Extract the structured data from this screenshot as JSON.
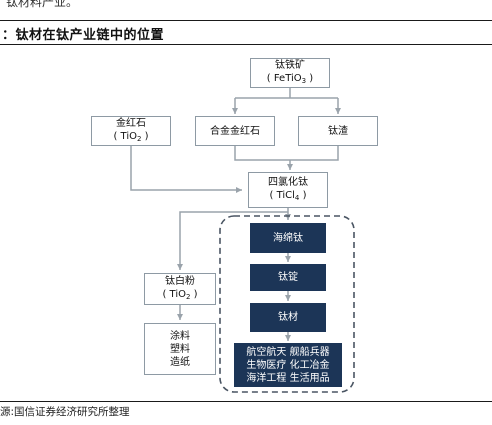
{
  "header": {
    "top_text": "钛材料产业。",
    "figure_title": "：钛材在钛产业链中的位置"
  },
  "nodes": {
    "ilmenite": {
      "name": "钛铁矿",
      "formula_prefix": "( FeTiO",
      "formula_sub": "3",
      "formula_suffix": " )"
    },
    "rutile": {
      "name": "金红石",
      "formula_prefix": "( TiO",
      "formula_sub": "2",
      "formula_suffix": " )"
    },
    "synthetic_rutile": {
      "name": "合金金红石"
    },
    "titanium_slag": {
      "name": "钛渣"
    },
    "ticl4": {
      "name": "四氯化钛",
      "formula_prefix": "( TiCl",
      "formula_sub": "4",
      "formula_suffix": " )"
    },
    "sponge": {
      "name": "海绵钛"
    },
    "ingot": {
      "name": "钛锭"
    },
    "titanium_material": {
      "name": "钛材"
    },
    "applications": {
      "line1": "航空航天 舰船兵器",
      "line2": "生物医疗 化工冶金",
      "line3": "海洋工程 生活用品"
    },
    "titanium_dioxide": {
      "name": "钛白粉",
      "formula_prefix": "( TiO",
      "formula_sub": "2",
      "formula_suffix": " )"
    },
    "tio2_uses": {
      "line1": "涂料",
      "line2": "塑料",
      "line3": "造纸"
    }
  },
  "footer": {
    "source": "源:国信证券经济研究所整理"
  },
  "colors": {
    "dark_box": "#1c3557",
    "box_border": "#8e9aa4",
    "arrow": "#9aa3ab",
    "dashed_border": "#4a5563"
  }
}
